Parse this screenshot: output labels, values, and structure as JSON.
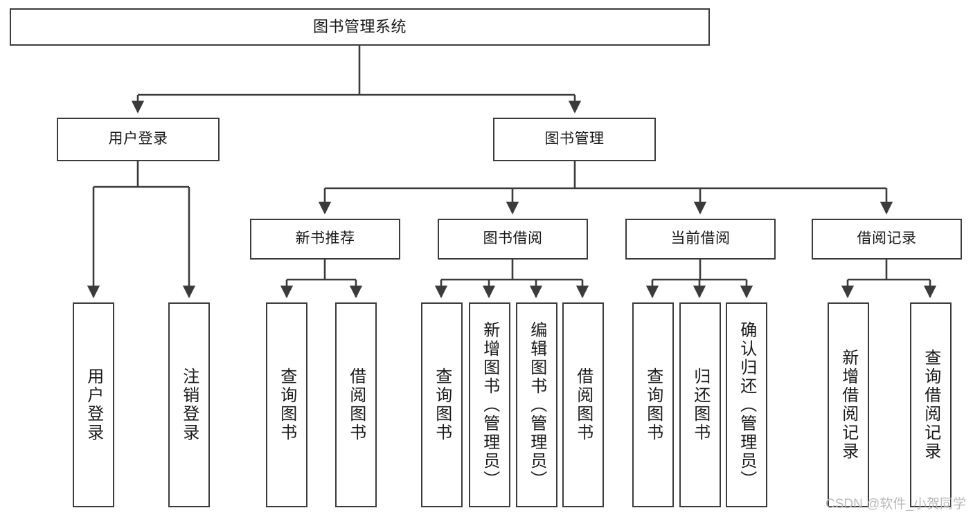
{
  "diagram": {
    "title": "图书管理系统",
    "type": "hierarchy-tree",
    "levels": 4,
    "colors": {
      "box_border": "#3b3b3b",
      "box_fill": "#ffffff",
      "edge": "#3b3b3b",
      "text": "#1a1a1a",
      "background": "#ffffff",
      "watermark": "#b9b9b9"
    },
    "nodes": {
      "root": {
        "label": "图书管理系统",
        "orientation": "horizontal"
      },
      "level2": [
        {
          "id": "user-login",
          "label": "用户登录",
          "orientation": "horizontal"
        },
        {
          "id": "book-manage",
          "label": "图书管理",
          "orientation": "horizontal"
        }
      ],
      "level3": [
        {
          "id": "new-book-recommend",
          "label": "新书推荐",
          "orientation": "horizontal"
        },
        {
          "id": "book-borrow",
          "label": "图书借阅",
          "orientation": "horizontal"
        },
        {
          "id": "current-borrow",
          "label": "当前借阅",
          "orientation": "horizontal"
        },
        {
          "id": "borrow-record",
          "label": "借阅记录",
          "orientation": "horizontal"
        }
      ],
      "leaves": {
        "user-login": [
          {
            "id": "leaf-user-login",
            "label": "用户登录",
            "orientation": "vertical"
          },
          {
            "id": "leaf-user-logout",
            "label": "注销登录",
            "orientation": "vertical"
          }
        ],
        "new-book-recommend": [
          {
            "id": "leaf-query-book-1",
            "label": "查询图书",
            "orientation": "vertical"
          },
          {
            "id": "leaf-borrow-book-1",
            "label": "借阅图书",
            "orientation": "vertical"
          }
        ],
        "book-borrow": [
          {
            "id": "leaf-query-book-2",
            "label": "查询图书",
            "orientation": "vertical"
          },
          {
            "id": "leaf-add-book",
            "label": "新增图书（管理员）",
            "orientation": "vertical"
          },
          {
            "id": "leaf-edit-book",
            "label": "编辑图书（管理员）",
            "orientation": "vertical"
          },
          {
            "id": "leaf-borrow-book-2",
            "label": "借阅图书",
            "orientation": "vertical"
          }
        ],
        "current-borrow": [
          {
            "id": "leaf-query-book-3",
            "label": "查询图书",
            "orientation": "vertical"
          },
          {
            "id": "leaf-return-book",
            "label": "归还图书",
            "orientation": "vertical"
          },
          {
            "id": "leaf-confirm-return",
            "label": "确认归还（管理员）",
            "orientation": "vertical"
          }
        ],
        "borrow-record": [
          {
            "id": "leaf-add-record",
            "label": "新增借阅记录",
            "orientation": "vertical"
          },
          {
            "id": "leaf-query-record",
            "label": "查询借阅记录",
            "orientation": "vertical"
          }
        ]
      }
    },
    "watermark": "CSDN @软件_小贺同学"
  }
}
